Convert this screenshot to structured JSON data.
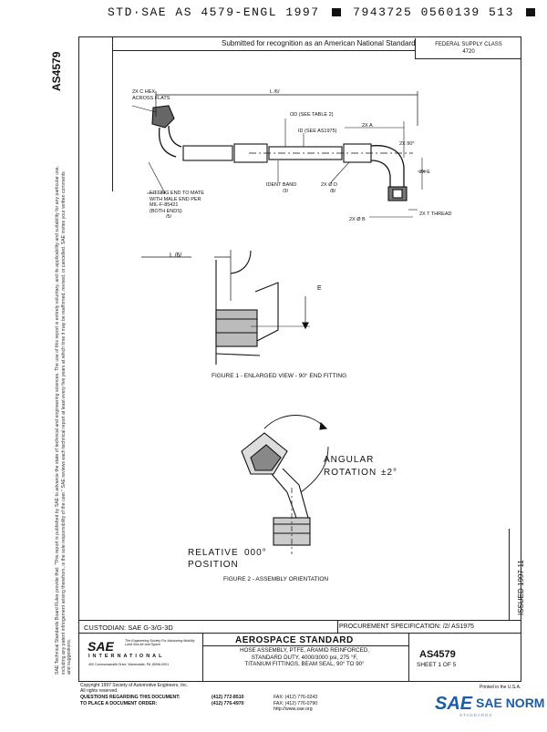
{
  "header": {
    "stream_line": "STD·SAE AS 4579-ENGL 1997",
    "stream_code": "7943725 0560139 513"
  },
  "banner": {
    "submitted": "Submitted for recognition as an American National Standard",
    "federal_supply_class": "FEDERAL SUPPLY CLASS",
    "fsc_code": "4720"
  },
  "doc_id": "AS4579",
  "side_notice": "SAE Technical Standards Board Rules provide that: \"This report is published by SAE to advance the state of technical and engineering sciences. The use of this report is entirely voluntary, and its applicability and suitability for any particular use, including any patent infringement arising therefrom, is the sole responsibility of the user.\" SAE reviews each technical report at least every five years at which time it may be reaffirmed, revised, or cancelled. SAE invites your written comments and suggestions.",
  "figure1": {
    "labels": {
      "hex": "2X C HEX",
      "across_flats": "ACROSS FLATS",
      "fitting_end_1": "FITTING END TO MATE",
      "fitting_end_2": "WITH MALE END PER",
      "fitting_end_3": "MIL-F-85421",
      "fitting_end_4": "(BOTH ENDS)",
      "fitting_end_ref": "/5/",
      "length": "L /6/",
      "od": "OD (SEE TABLE 2)",
      "id": "ID (SEE AS1975)",
      "twox_a": "2X A",
      "twox_90": "2X 90°",
      "ident_band": "IDENT BAND",
      "ident_ref": "/3/",
      "twox_d": "2X Ø D",
      "twox_d_ref": "/8/",
      "twox_e": "2X E",
      "twox_t": "2X T THREAD",
      "twox_b": "2X Ø B"
    },
    "enlarged_length": "L /6/",
    "enlarged_e": "E",
    "caption": "FIGURE 1 - ENLARGED VIEW - 90° END FITTING"
  },
  "figure2": {
    "angular": "ANGULAR",
    "rotation": "ROTATION",
    "tolerance": "±2°",
    "relative": "RELATIVE",
    "relative_value": "000°",
    "position": "POSITION",
    "caption": "FIGURE 2 - ASSEMBLY ORIENTATION"
  },
  "issued": "ISSUED 1997-11",
  "footer": {
    "custodian": "CUSTODIAN: SAE G-3/G-3D",
    "procurement": "PROCUREMENT SPECIFICATION: /2/ AS1975",
    "category": "AEROSPACE STANDARD",
    "title_1": "HOSE ASSEMBLY, PTFE, ARAMID REINFORCED,",
    "title_2": "STANDARD DUTY, 4000/3000 psi, 275 °F,",
    "title_3": "TITANIUM FITTINGS, BEAM SEAL, 90° TO 90°",
    "number": "AS4579",
    "sheet": "SHEET 1 OF 5",
    "sae_logo": "SAE",
    "sae_intl": "INTERNATIONAL",
    "sae_tagline": "The Engineering Society For Advancing Mobility Land Sea Air and Space",
    "sae_address": "400 Commonwealth Drive, Warrendale, PA 15096-0001",
    "copyright": "Copyright 1997 Society of Automotive Engineers, Inc.",
    "rights": "All rights reserved.",
    "printed": "Printed in the U.S.A.",
    "questions_1": "QUESTIONS REGARDING THIS DOCUMENT:",
    "questions_2": "TO PLACE A DOCUMENT ORDER:",
    "phone_1": "(412) 772-8510",
    "phone_2": "(412) 776-4970",
    "fax_1": "FAX: (412) 776-0243",
    "fax_2": "FAX: (412) 776-0790",
    "fax_3": "http://www.sae.org"
  },
  "watermark": {
    "mark": "SAE",
    "name": "SAE NORM",
    "sub": "STANDARDS"
  }
}
